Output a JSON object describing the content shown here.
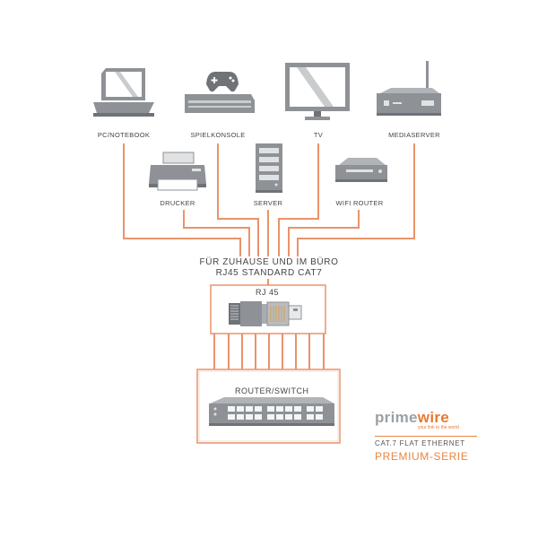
{
  "devices_top": [
    {
      "label": "PC/NOTEBOOK",
      "icon": "laptop-icon"
    },
    {
      "label": "SPIELKONSOLE",
      "icon": "game-console-icon"
    },
    {
      "label": "TV",
      "icon": "tv-icon"
    },
    {
      "label": "MEDIASERVER",
      "icon": "mediaserver-icon"
    }
  ],
  "devices_middle": [
    {
      "label": "DRUCKER",
      "icon": "printer-icon"
    },
    {
      "label": "SERVER",
      "icon": "server-icon"
    },
    {
      "label": "WIFI ROUTER",
      "icon": "wifi-router-icon"
    }
  ],
  "center": {
    "line1": "FÜR ZUHAUSE UND IM BÜRO",
    "line2": "RJ45 STANDARD CAT7"
  },
  "connector_box": {
    "title": "RJ 45",
    "icon": "rj45-connector-icon"
  },
  "switch_box": {
    "title": "ROUTER/SWITCH",
    "icon": "network-switch-icon"
  },
  "brand": {
    "logo_part1": "prime",
    "logo_part2": "wire",
    "tagline": "your link to the world",
    "product": "CAT.7 FLAT ETHERNET",
    "series": "PREMIUM-SERIE"
  },
  "colors": {
    "accent": "#e8853f",
    "line": "#e9936a",
    "device_gray": "#8e9297",
    "device_light": "#c9cccf"
  }
}
